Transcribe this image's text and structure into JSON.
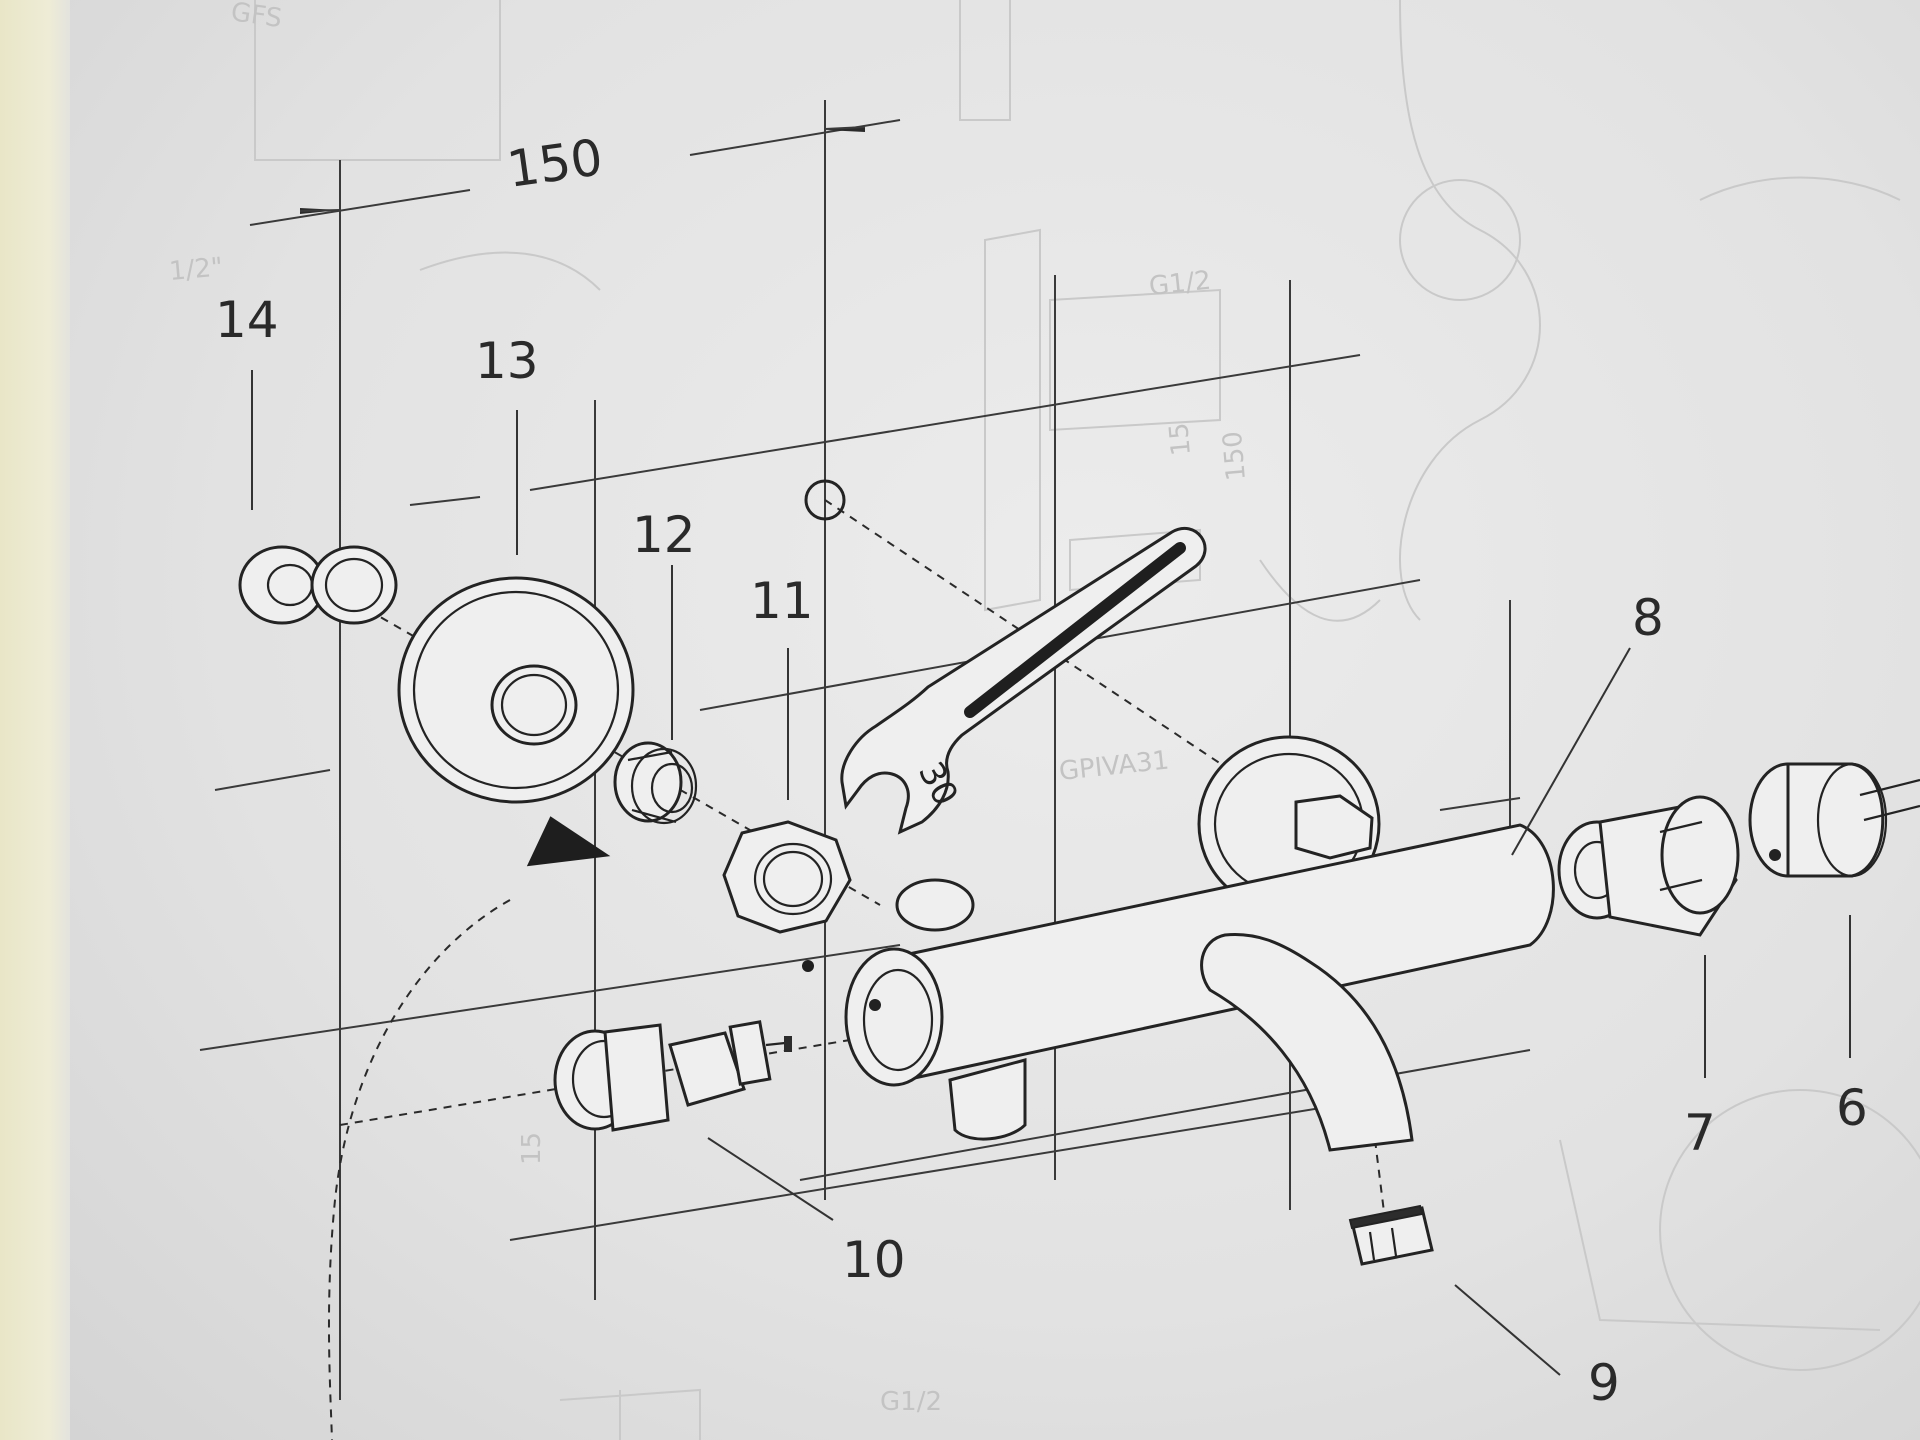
{
  "dimension": {
    "value": "150"
  },
  "callouts": [
    {
      "id": "14",
      "label": "14"
    },
    {
      "id": "13",
      "label": "13"
    },
    {
      "id": "12",
      "label": "12"
    },
    {
      "id": "11",
      "label": "11"
    },
    {
      "id": "10",
      "label": "10"
    },
    {
      "id": "9",
      "label": "9"
    },
    {
      "id": "8",
      "label": "8"
    },
    {
      "id": "7",
      "label": "7"
    },
    {
      "id": "6",
      "label": "6"
    }
  ],
  "wrench": {
    "size_label": "30"
  },
  "background_print": {
    "labels": [
      "GFS",
      "1/2\"",
      "G1/2",
      "15",
      "150",
      "G1/2",
      "15",
      "GPIVA31"
    ]
  },
  "colors": {
    "paper": "#e4e4e4",
    "ink": "#232323",
    "faint_print": "#c9c9c9",
    "paper_edge": "#e9e6c7"
  }
}
